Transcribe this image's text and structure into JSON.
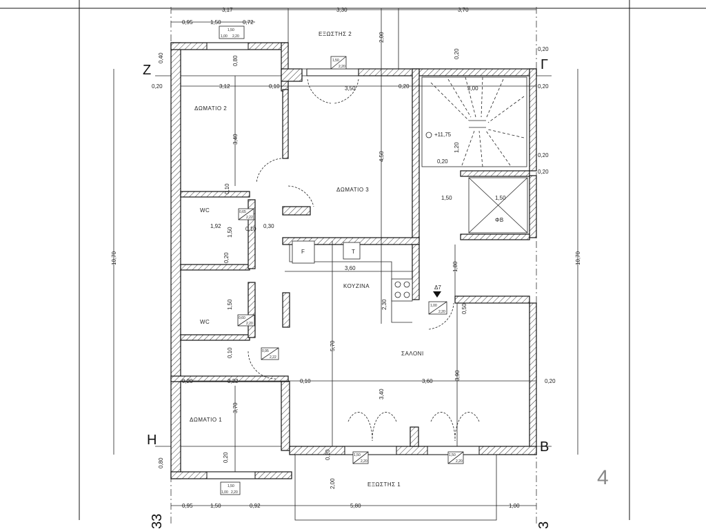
{
  "title": "Floor plan",
  "page_number": "4",
  "axis_labels": {
    "z": "Z",
    "gamma": "Γ",
    "eta": "Η",
    "beta": "Β"
  },
  "edge_marks": {
    "left": "33",
    "right": "3"
  },
  "rooms": {
    "room2": "ΔΩΜΑΤΙΟ 2",
    "room3": "ΔΩΜΑΤΙΟ 3",
    "room1": "ΔΩΜΑΤΙΟ 1",
    "wc_top": "WC",
    "wc_bottom": "WC",
    "kitchen": "ΚΟΥΖΙΝΑ",
    "living": "ΣΑΛΟΝΙ",
    "balcony1": "ΕΞΩΣΤΗΣ 1",
    "balcony2": "ΕΞΩΣΤΗΣ 2",
    "elevator": "ΦΒ",
    "fridge": "F"
  },
  "level_marker": "+11,75",
  "section_marker": "Δ7",
  "dimensions": {
    "top_overall": [
      "3,17",
      "3,30",
      "3,70"
    ],
    "top_window": [
      "0,95",
      "1,50",
      "0,72"
    ],
    "bottom": [
      "0,95",
      "1,50",
      "0,92",
      "5,80",
      "1,00"
    ],
    "side_total_left": "10,70",
    "side_total_right": "10,70",
    "misc": [
      "0,40",
      "0,80",
      "0,20",
      "3,12",
      "0,10",
      "3,50",
      "0,20",
      "3,00",
      "0,20",
      "2,00",
      "0,20",
      "3,40",
      "4,50",
      "1,20",
      "0,20",
      "0,20",
      "1,50",
      "1,50",
      "0,10",
      "1,92",
      "0,10",
      "0,30",
      "1,50",
      "0,20",
      "1,80",
      "3,60",
      "2,30",
      "1,50",
      "5,70",
      "0,50",
      "0,10",
      "3,90",
      "0,20",
      "3,22",
      "0,10",
      "3,60",
      "0,20",
      "3,70",
      "0,80",
      "0,20",
      "0,20",
      "2,00",
      "0,20",
      "3,40",
      "0,20"
    ]
  },
  "openings": {
    "w_top_left": [
      "1,50",
      "1,00",
      "2,20"
    ],
    "w_top_mid": [
      "1,50",
      "2,20"
    ],
    "wc_top": [
      "0,65",
      "2,22"
    ],
    "wc_bottom": [
      "0,60",
      "2,20"
    ],
    "door_room1": [
      "0,95",
      "2,22"
    ],
    "door_salon": [
      "1,00",
      "2,20"
    ],
    "balc_door1": [
      "1,50",
      "2,20"
    ],
    "balc_door2": [
      "1,50",
      "2,20"
    ],
    "w_bottom_left": [
      "1,50",
      "1,00",
      "2,20"
    ]
  }
}
